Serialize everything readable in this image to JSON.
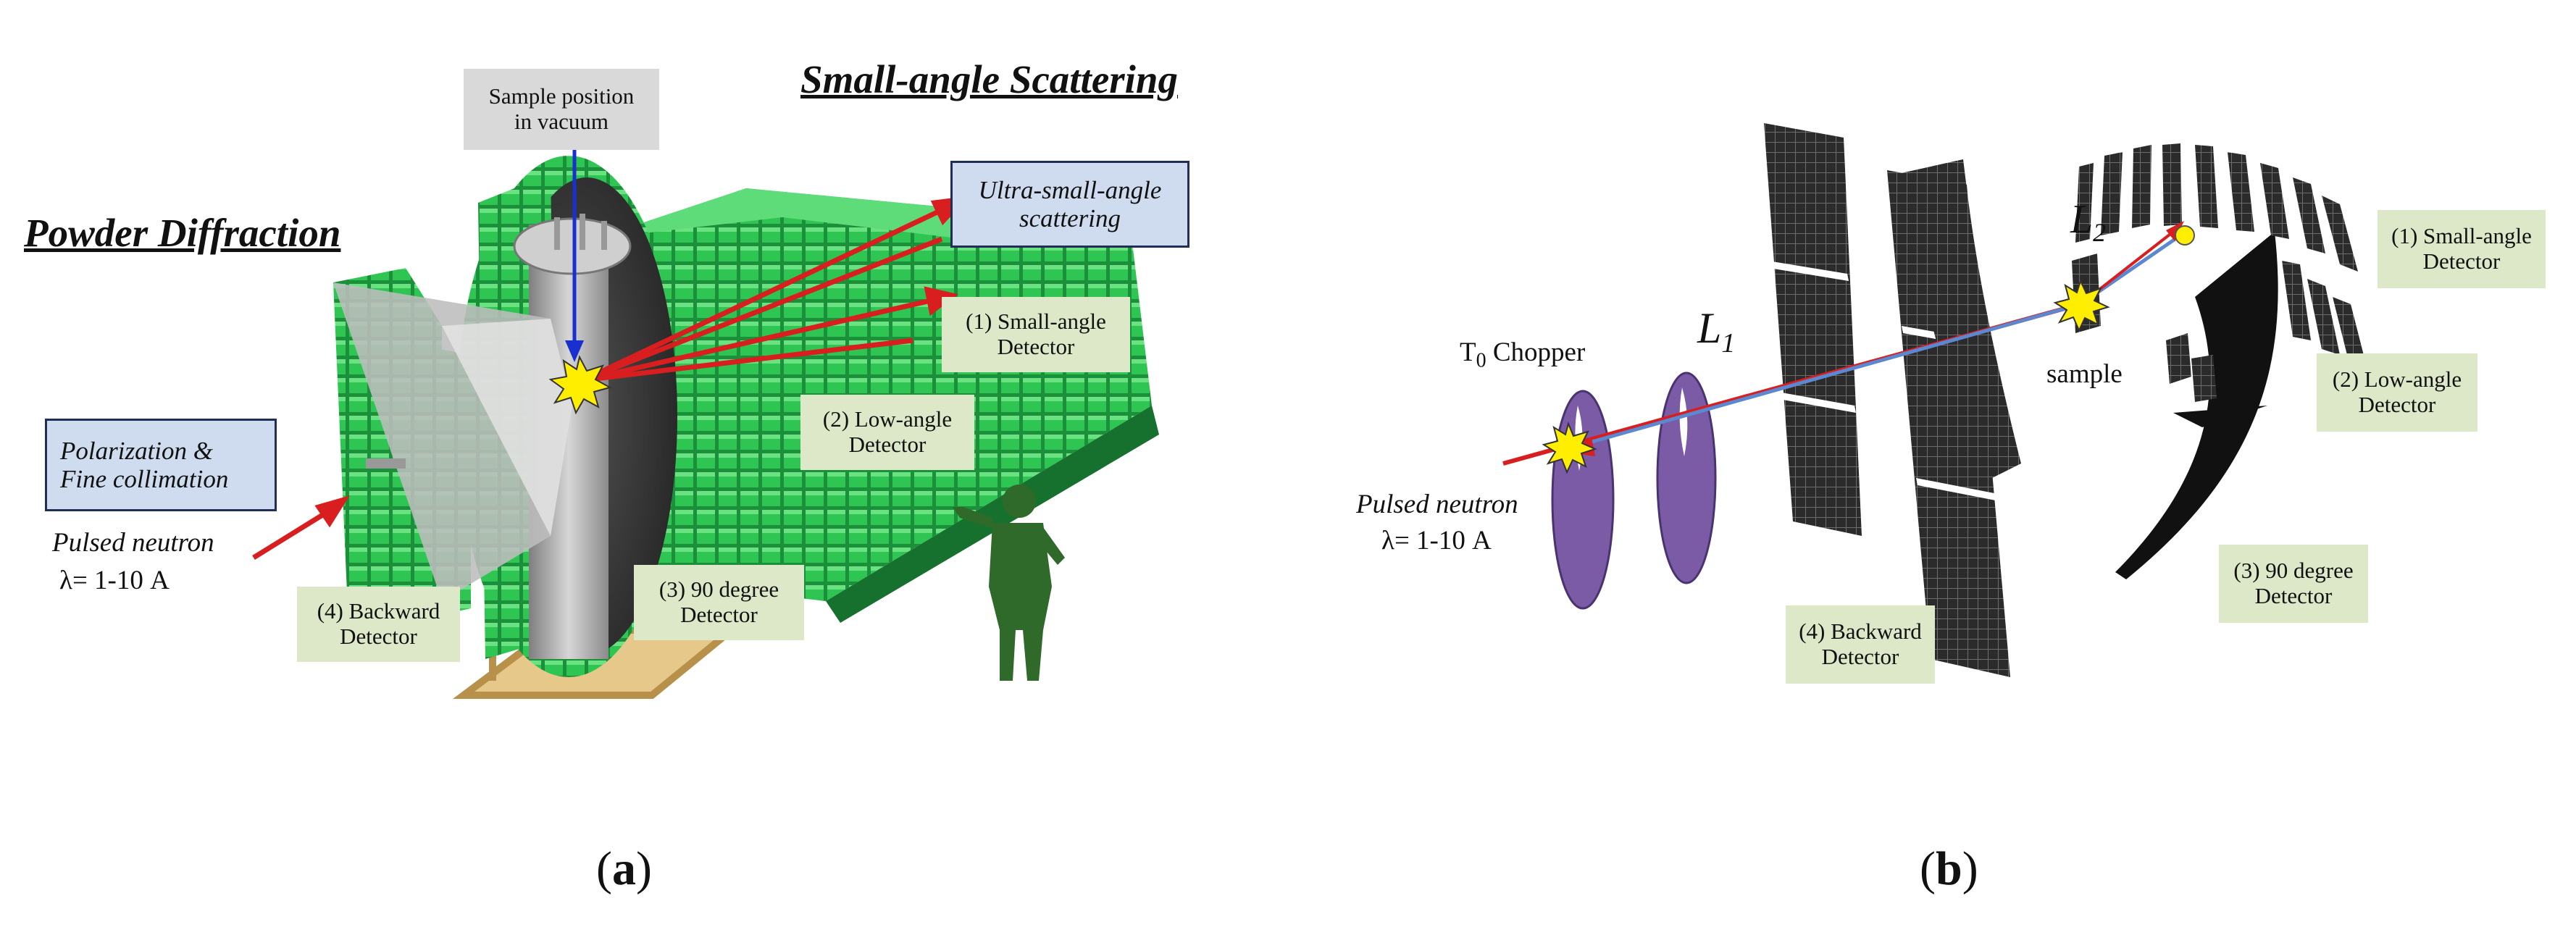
{
  "panel_a": {
    "heading_powder": "Powder Diffraction",
    "heading_sans": "Small-angle Scattering",
    "sample_position": [
      "Sample position",
      "in vacuum"
    ],
    "usans": [
      "Ultra-small-angle",
      "scattering"
    ],
    "polarization": [
      "Polarization &",
      "Fine collimation"
    ],
    "pulsed_neutron": "Pulsed neutron",
    "wavelength": "λ= 1-10 A",
    "det1": [
      "(1) Small-angle",
      "Detector"
    ],
    "det2": [
      "(2) Low-angle",
      "Detector"
    ],
    "det3": [
      "(3) 90 degree",
      "Detector"
    ],
    "det4": [
      "(4) Backward",
      "Detector"
    ],
    "caption_open": "(",
    "caption_letter": "a",
    "caption_close": ")"
  },
  "panel_b": {
    "chopper_main": "T",
    "chopper_sub": "0",
    "chopper_rest": " Chopper",
    "l1_main": "L",
    "l1_sub": "1",
    "l2_main": "L",
    "l2_sub": "2",
    "sample": "sample",
    "pulsed_neutron": "Pulsed neutron",
    "wavelength": "λ= 1-10 A",
    "det1": [
      "(1) Small-angle",
      "Detector"
    ],
    "det2": [
      "(2) Low-angle",
      "Detector"
    ],
    "det3": [
      "(3) 90 degree",
      "Detector"
    ],
    "det4": [
      "(4) Backward",
      "Detector"
    ],
    "caption_open": "(",
    "caption_letter": "b",
    "caption_close": ")"
  },
  "colors": {
    "detector_green": "#22b84a",
    "frame_wood": "#d8b46a",
    "beam_red": "#d81e1e",
    "beam_blue": "#5b88d0",
    "pointer_blue": "#1a2fd0",
    "chopper_purple": "#7b5aa6",
    "human_green": "#2f6a2a",
    "label_green_bg": "#dce8c8",
    "label_blue_bg": "#cfdcf0",
    "label_gray_bg": "#d9d9d9"
  }
}
